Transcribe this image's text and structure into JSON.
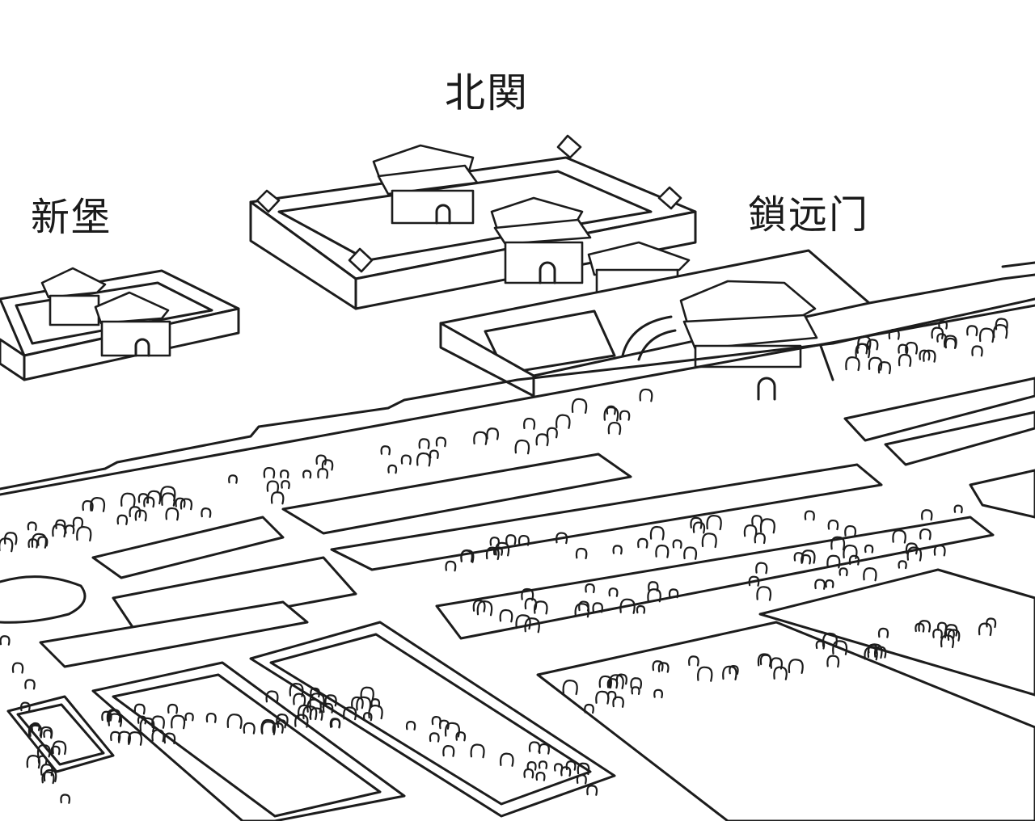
{
  "labels": {
    "north_gate": "北関",
    "new_fort": "新堡",
    "zhenyuan_gate": "鎖远门"
  },
  "colors": {
    "ink": "#1c1c1c",
    "paper": "#ffffff"
  }
}
